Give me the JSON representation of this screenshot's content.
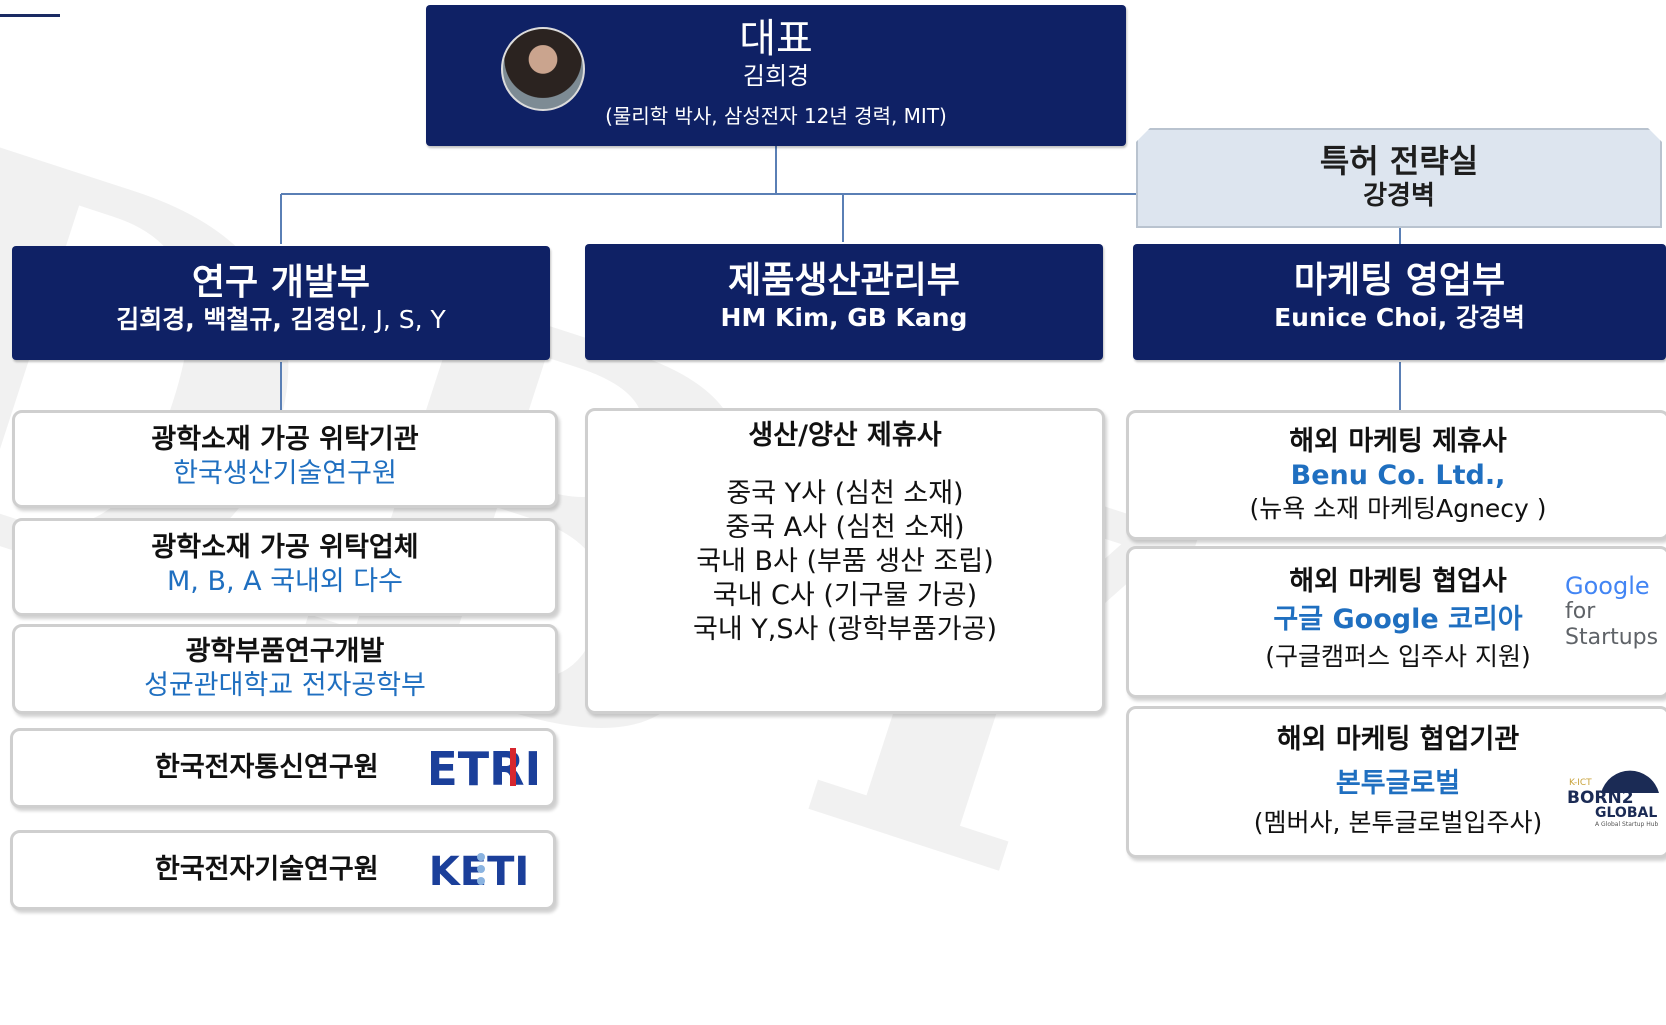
{
  "ceo": {
    "title": "대표",
    "name": "김희경",
    "description": "(물리학 박사, 삼성전자 12년 경력, MIT)"
  },
  "patent": {
    "title": "특허 전략실",
    "name": "강경벽"
  },
  "departments": [
    {
      "title": "연구 개발부",
      "members_bold": "김희경, 백철규, 김경인",
      "members_plain": ", J, S, Y"
    },
    {
      "title": "제품생산관리부",
      "members_bold": "HM Kim, GB Kang",
      "members_plain": ""
    },
    {
      "title": "마케팅 영업부",
      "members_bold": "Eunice Choi, 강경벽",
      "members_plain": ""
    }
  ],
  "rd_partners": [
    {
      "title": "광학소재 가공 위탁기관",
      "sub": "한국생산기술연구원"
    },
    {
      "title": "광학소재 가공 위탁업체",
      "sub": "M, B, A 국내외 다수"
    },
    {
      "title": "광학부품연구개발",
      "sub": "성균관대학교 전자공학부"
    },
    {
      "title": "한국전자통신연구원",
      "logo": "ETRI"
    },
    {
      "title": "한국전자기술연구원",
      "logo": "KETI"
    }
  ],
  "production": {
    "title": "생산/양산 제휴사",
    "items": [
      "중국 Y사 (심천 소재)",
      "중국 A사 (심천 소재)",
      "국내 B사 (부품 생산 조립)",
      "국내 C사 (기구물 가공)",
      "국내 Y,S사 (광학부품가공)"
    ]
  },
  "marketing_partners": [
    {
      "title": "해외 마케팅 제휴사",
      "partner": "Benu Co. Ltd.,",
      "note": "(뉴욕 소재 마케팅Agnecy )"
    },
    {
      "title": "해외 마케팅 협업사",
      "partner": "구글 Google 코리아",
      "note": "(구글캠퍼스 입주사 지원)",
      "logo": {
        "line1": "Google",
        "line2": "for",
        "line3": "Startups"
      }
    },
    {
      "title": "해외 마케팅 협업기관",
      "partner": "본투글로벌",
      "note": "(멤버사, 본투글로벌입주사)",
      "logo": {
        "top": "K-ICT",
        "line1": "BORN2",
        "line2": "GLOBAL",
        "tag": "A Global Startup Hub"
      }
    }
  ],
  "colors": {
    "navy": "#0f2165",
    "link_blue": "#1f6fc0",
    "patent_bg": "#dde5ef",
    "connector": "#5a7fb5"
  }
}
